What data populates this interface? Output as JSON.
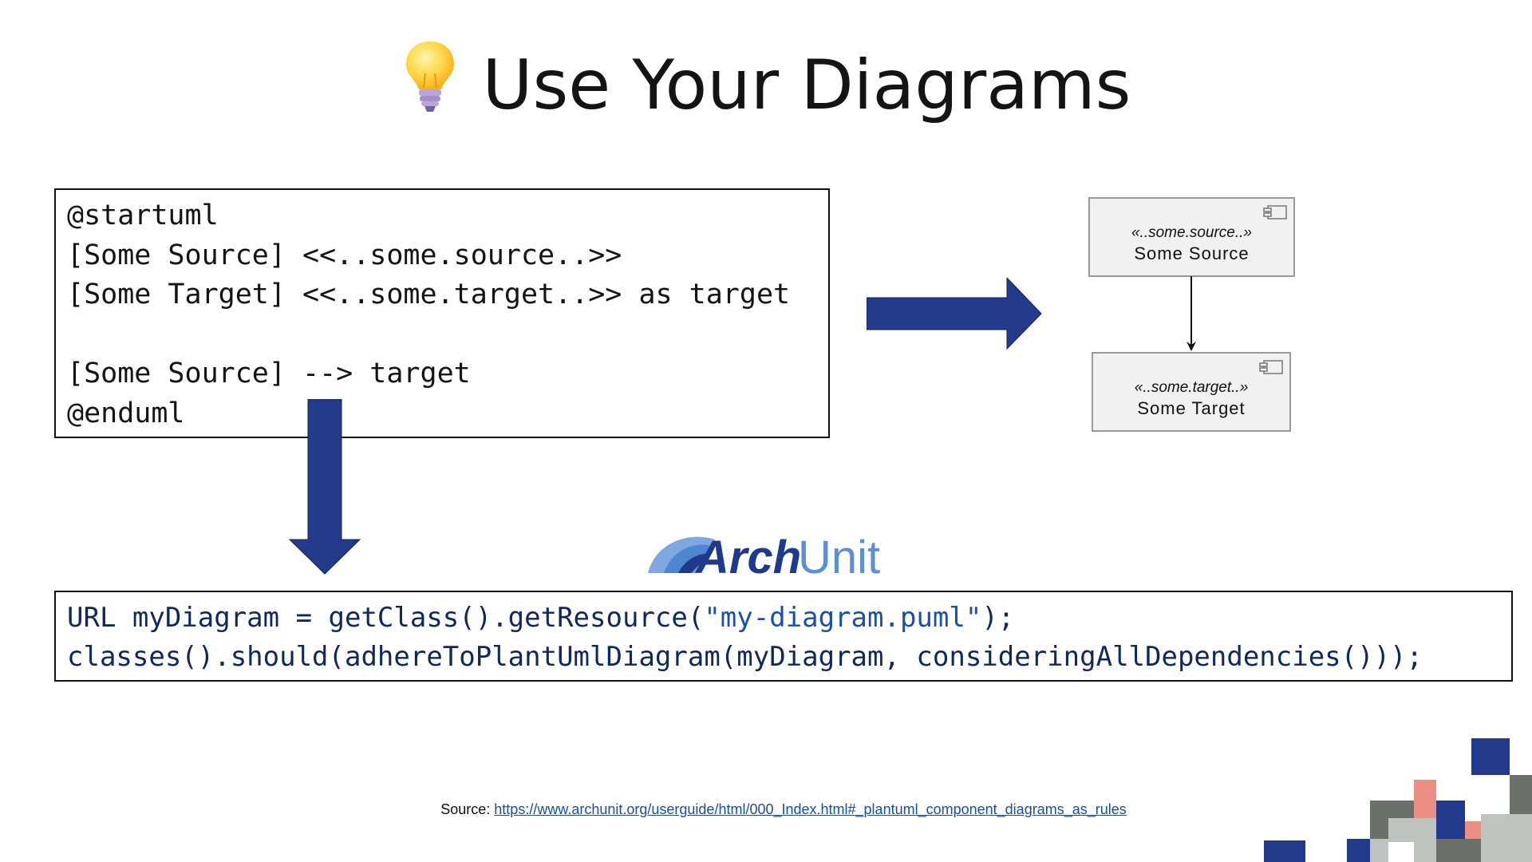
{
  "slide": {
    "title": "Use Your Diagrams",
    "title_icon": "lightbulb-icon"
  },
  "plantuml": {
    "lines": [
      "@startuml",
      "[Some Source] <<..some.source..>>",
      "[Some Target] <<..some.target..>> as target",
      "",
      "[Some Source] --> target",
      "@enduml"
    ]
  },
  "diagram": {
    "source": {
      "stereotype": "«..some.source..»",
      "name": "Some Source"
    },
    "target": {
      "stereotype": "«..some.target..»",
      "name": "Some Target"
    }
  },
  "logo": {
    "arch": "Arch",
    "unit": "Unit"
  },
  "java": {
    "line1": {
      "part1": "URL myDiagram = getClass().getResource(",
      "string": "\"my-diagram.puml\"",
      "part2": ");"
    },
    "line2": "classes().should(adhereToPlantUmlDiagram(myDiagram, consideringAllDependencies()));"
  },
  "footer": {
    "source_label": "Source:",
    "source_url": "https://www.archunit.org/userguide/html/000_Index.html#_plantuml_component_diagrams_as_rules"
  },
  "colors": {
    "arrow": "#233a8b",
    "logo_dark": "#1f3a8a",
    "logo_light": "#5d8ed6",
    "link": "#1a4ea2",
    "mosaic_blue": "#233a8b",
    "mosaic_gray": "#6b706b",
    "mosaic_light": "#bfc3bf",
    "mosaic_pink": "#ec8f84"
  }
}
